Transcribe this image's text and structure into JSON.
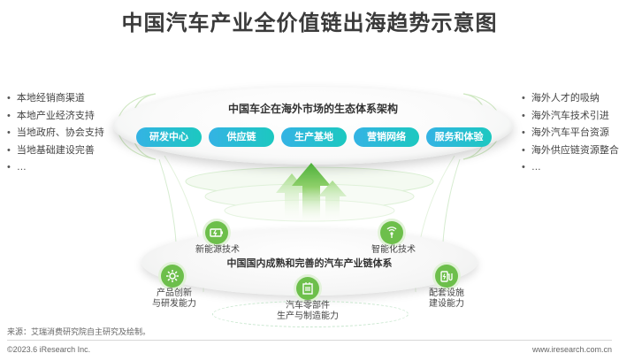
{
  "title": "中国汽车产业全价值链出海趋势示意图",
  "left_list": [
    "本地经销商渠道",
    "本地产业经济支持",
    "当地政府、协会支持",
    "当地基础建设完善",
    "…"
  ],
  "right_list": [
    "海外人才的吸纳",
    "海外汽车技术引进",
    "海外汽车平台资源",
    "海外供应链资源整合",
    "…"
  ],
  "top": {
    "title": "中国车企在海外市场的生态体系架构",
    "pills": [
      "研发中心",
      "供应链",
      "生产基地",
      "营销网络",
      "服务和体验"
    ]
  },
  "bottom": {
    "title": "中国国内成熟和完善的汽车产业链体系",
    "nodes": [
      {
        "label": "新能源技术",
        "icon": "battery-icon"
      },
      {
        "label": "智能化技术",
        "icon": "signal-icon"
      },
      {
        "label": "产品创新\n与研发能力",
        "icon": "gear-icon"
      },
      {
        "label": "汽车零部件\n生产与制造能力",
        "icon": "chip-icon"
      },
      {
        "label": "配套设施\n建设能力",
        "icon": "charging-station-icon"
      }
    ]
  },
  "source": "来源：艾瑞消费研究院自主研究及绘制。",
  "footer_left": "©2023.6 iResearch Inc.",
  "footer_right": "www.iresearch.com.cn",
  "colors": {
    "pill_start": "#34b3e4",
    "pill_end": "#1cc8c0",
    "green": "#6dbf4b",
    "arrow_green": "#4caf3a"
  }
}
